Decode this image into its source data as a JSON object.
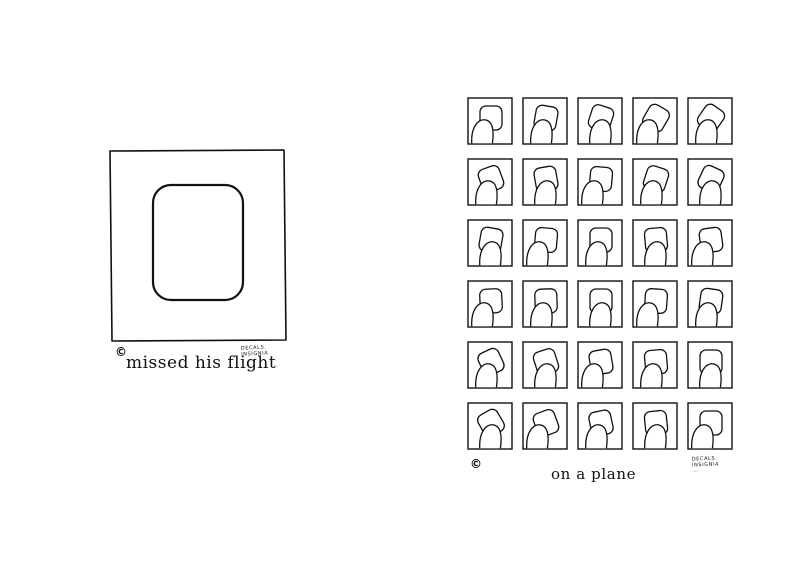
{
  "left_cartoon": {
    "caption": "missed his flight",
    "copyright_symbol": "©",
    "signature_lines": [
      "DECALS.",
      "INSIGNIA"
    ],
    "icon": "airplane-window-icon"
  },
  "right_cartoon": {
    "caption": "on a plane",
    "copyright_symbol": "©",
    "signature_lines": [
      "DECALS.",
      "INSIGNIA",
      "..."
    ],
    "icon": "window-grid-icon",
    "grid": {
      "rows": 6,
      "cols": 5
    }
  },
  "colors": {
    "ink": "#111111",
    "paper": "#ffffff"
  }
}
